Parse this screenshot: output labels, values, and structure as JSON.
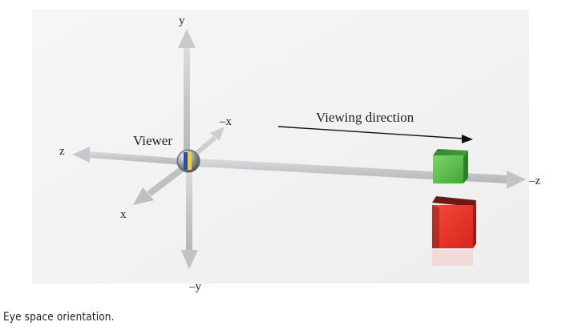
{
  "diagram": {
    "axis_labels": {
      "y_pos": "y",
      "y_neg": "–y",
      "x_pos": "x",
      "x_neg": "–x",
      "z_pos": "z",
      "z_neg": "–z"
    },
    "viewer_label": "Viewer",
    "direction_label": "Viewing direction",
    "colors": {
      "background": "#f2f2f2",
      "axis": "#c6c8ca",
      "green_cube": "#4cb840",
      "red_cube": "#e8382c",
      "viewer_blue": "#2a4fa0",
      "viewer_yellow": "#f2d030"
    }
  },
  "caption": "Eye space orientation."
}
